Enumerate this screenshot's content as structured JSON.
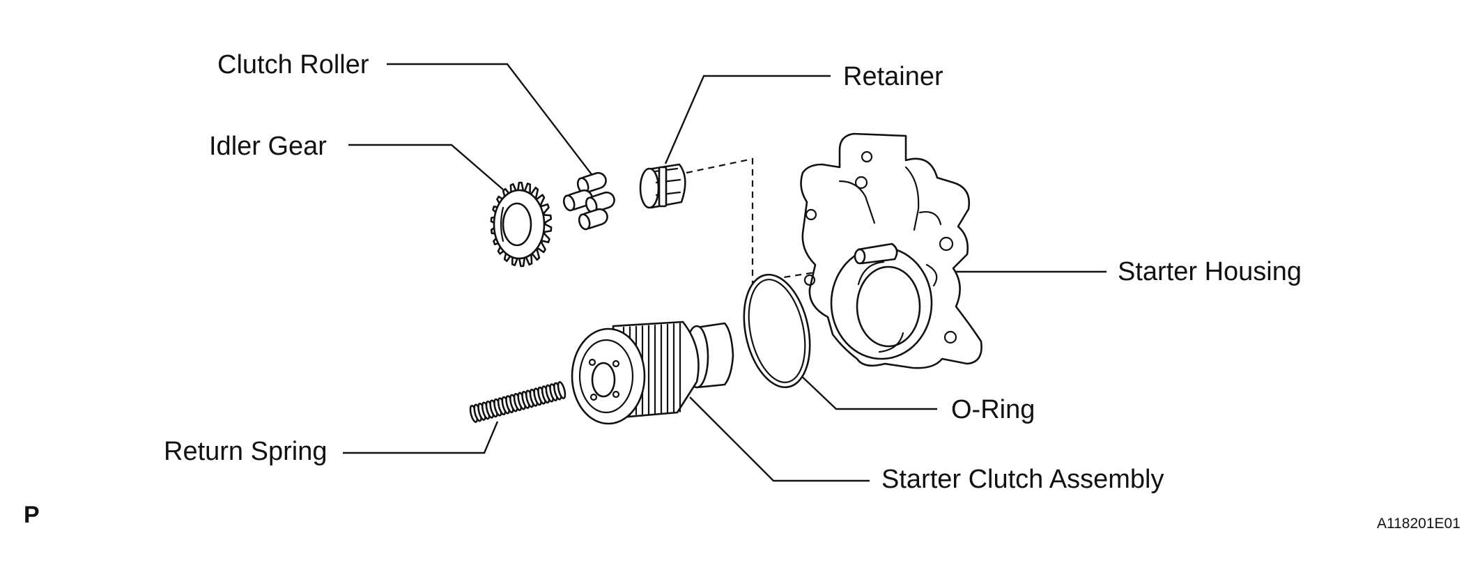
{
  "labels": {
    "clutch_roller": "Clutch Roller",
    "retainer": "Retainer",
    "idler_gear": "Idler Gear",
    "starter_housing": "Starter Housing",
    "o_ring": "O-Ring",
    "return_spring": "Return Spring",
    "starter_clutch_assembly": "Starter Clutch Assembly"
  },
  "corner_mark": "P",
  "figure_code": "A118201E01"
}
